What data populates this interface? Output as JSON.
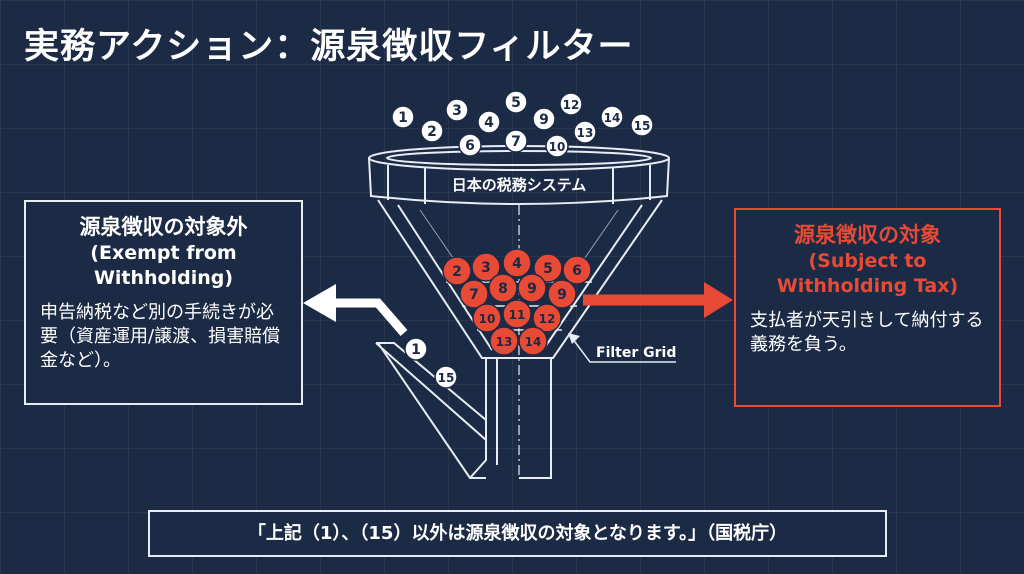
{
  "title": "実務アクション：源泉徴収フィルター",
  "funnel": {
    "label": "日本の税務システム",
    "filter_label": "Filter Grid",
    "input_balls": [
      "1",
      "3",
      "5",
      "12",
      "14",
      "15",
      "2",
      "4",
      "9",
      "13",
      "6",
      "7",
      "10"
    ],
    "filtered_balls": [
      "2",
      "3",
      "4",
      "5",
      "6",
      "7",
      "8",
      "9",
      "9",
      "10",
      "11",
      "12",
      "13",
      "14"
    ],
    "exempt_balls": [
      "1",
      "15"
    ]
  },
  "exempt": {
    "heading": "源泉徴収の対象外",
    "subheading": "(Exempt from Withholding)",
    "body": "申告納税など別の手続きが必要（資産運用/譲渡、損害賠償金など）。"
  },
  "subject": {
    "heading": "源泉徴収の対象",
    "subheading": "(Subject to Withholding Tax)",
    "body": "支払者が天引きして納付する義務を負う。"
  },
  "footer_quote": "「上記（1）、（15）以外は源泉徴収の対象となります。」（国税庁）",
  "colors": {
    "background": "#1c2b45",
    "accent": "#e84a35",
    "line": "#e8edf3"
  }
}
